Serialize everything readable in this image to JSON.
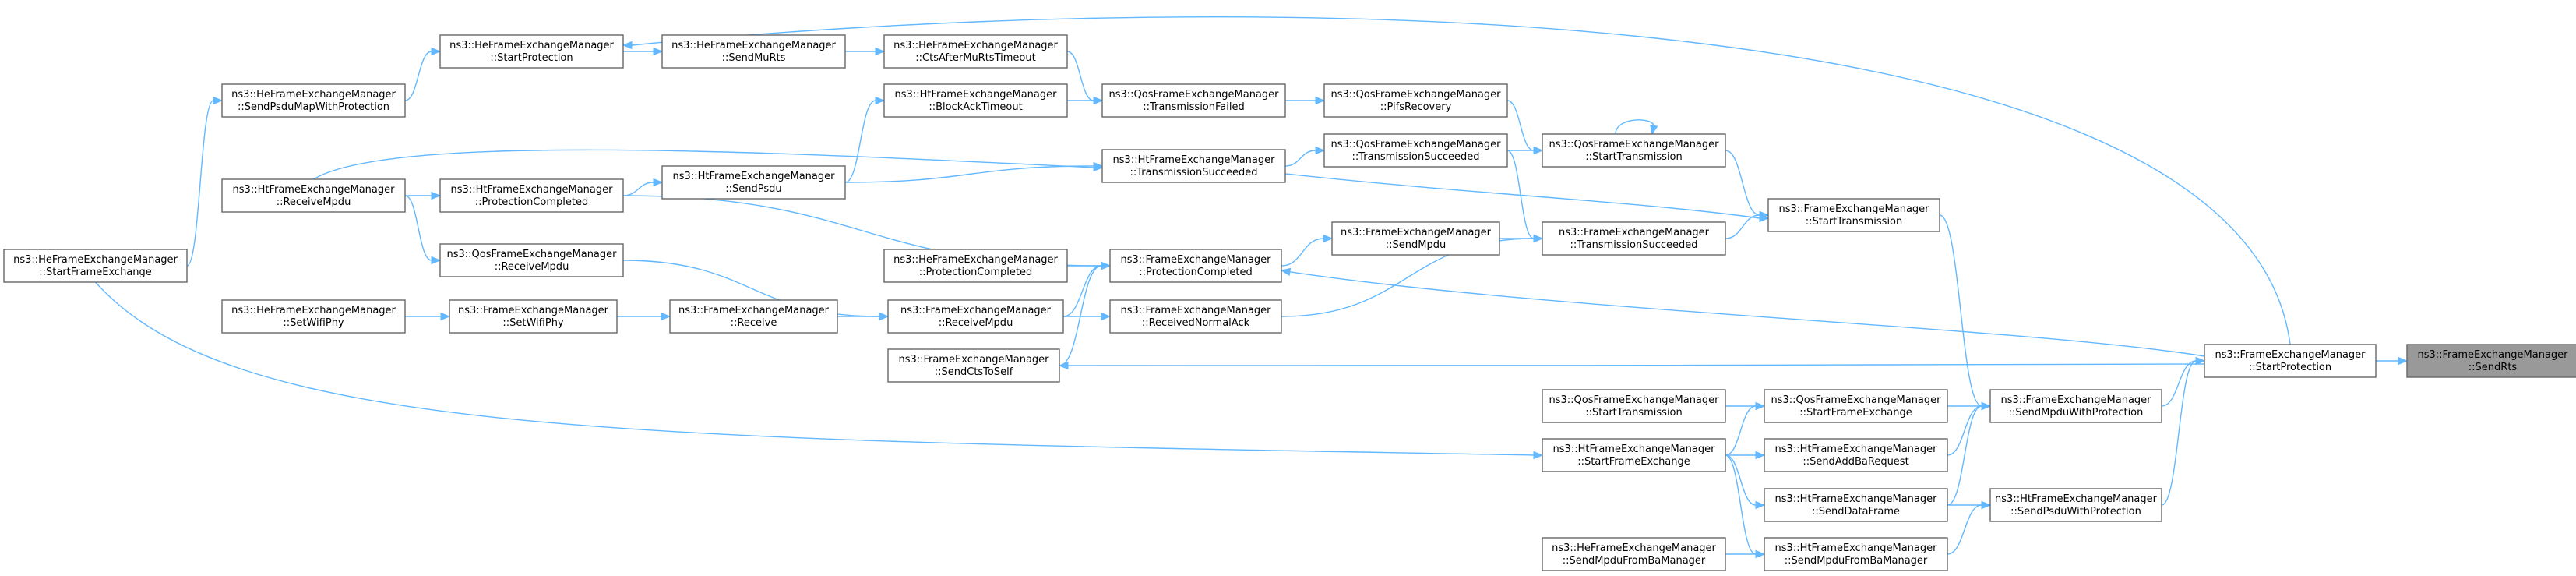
{
  "nodes": {
    "send_rts": [
      "ns3::FrameExchangeManager",
      "::SendRts"
    ],
    "fem_start_protection": [
      "ns3::FrameExchangeManager",
      "::StartProtection"
    ],
    "fem_send_mpdu_with_protection": [
      "ns3::FrameExchangeManager",
      "::SendMpduWithProtection"
    ],
    "ht_send_psdu_with_protection": [
      "ns3::HtFrameExchangeManager",
      "::SendPsduWithProtection"
    ],
    "fem_start_transmission": [
      "ns3::FrameExchangeManager",
      "::StartTransmission"
    ],
    "qos_start_frame_exchange": [
      "ns3::QosFrameExchangeManager",
      "::StartFrameExchange"
    ],
    "ht_send_add_ba_request": [
      "ns3::HtFrameExchangeManager",
      "::SendAddBaRequest"
    ],
    "ht_send_data_frame": [
      "ns3::HtFrameExchangeManager",
      "::SendDataFrame"
    ],
    "ht_send_mpdu_from_ba_manager": [
      "ns3::HtFrameExchangeManager",
      "::SendMpduFromBaManager"
    ],
    "qos_start_transmission_b": [
      "ns3::QosFrameExchangeManager",
      "::StartTransmission"
    ],
    "ht_start_frame_exchange": [
      "ns3::HtFrameExchangeManager",
      "::StartFrameExchange"
    ],
    "he_send_mpdu_from_ba_manager": [
      "ns3::HeFrameExchangeManager",
      "::SendMpduFromBaManager"
    ],
    "qos_start_transmission": [
      "ns3::QosFrameExchangeManager",
      "::StartTransmission"
    ],
    "fem_transmission_succeeded": [
      "ns3::FrameExchangeManager",
      "::TransmissionSucceeded"
    ],
    "qos_pifs_recovery": [
      "ns3::QosFrameExchangeManager",
      "::PifsRecovery"
    ],
    "qos_transmission_succeeded": [
      "ns3::QosFrameExchangeManager",
      "::TransmissionSucceeded"
    ],
    "fem_send_mpdu": [
      "ns3::FrameExchangeManager",
      "::SendMpdu"
    ],
    "qos_transmission_failed": [
      "ns3::QosFrameExchangeManager",
      "::TransmissionFailed"
    ],
    "ht_transmission_succeeded": [
      "ns3::HtFrameExchangeManager",
      "::TransmissionSucceeded"
    ],
    "fem_protection_completed": [
      "ns3::FrameExchangeManager",
      "::ProtectionCompleted"
    ],
    "fem_received_normal_ack": [
      "ns3::FrameExchangeManager",
      "::ReceivedNormalAck"
    ],
    "he_cts_after_mu_rts_timeout": [
      "ns3::HeFrameExchangeManager",
      "::CtsAfterMuRtsTimeout"
    ],
    "ht_block_ack_timeout": [
      "ns3::HtFrameExchangeManager",
      "::BlockAckTimeout"
    ],
    "he_protection_completed": [
      "ns3::HeFrameExchangeManager",
      "::ProtectionCompleted"
    ],
    "fem_receive_mpdu": [
      "ns3::FrameExchangeManager",
      "::ReceiveMpdu"
    ],
    "fem_send_cts_to_self": [
      "ns3::FrameExchangeManager",
      "::SendCtsToSelf"
    ],
    "he_send_mu_rts": [
      "ns3::HeFrameExchangeManager",
      "::SendMuRts"
    ],
    "ht_send_psdu": [
      "ns3::HtFrameExchangeManager",
      "::SendPsdu"
    ],
    "fem_receive": [
      "ns3::FrameExchangeManager",
      "::Receive"
    ],
    "he_start_protection": [
      "ns3::HeFrameExchangeManager",
      "::StartProtection"
    ],
    "ht_protection_completed": [
      "ns3::HtFrameExchangeManager",
      "::ProtectionCompleted"
    ],
    "qos_receive_mpdu": [
      "ns3::QosFrameExchangeManager",
      "::ReceiveMpdu"
    ],
    "fem_set_wifi_phy": [
      "ns3::FrameExchangeManager",
      "::SetWifiPhy"
    ],
    "he_send_psdu_map_with_protection": [
      "ns3::HeFrameExchangeManager",
      "::SendPsduMapWithProtection"
    ],
    "ht_receive_mpdu": [
      "ns3::HtFrameExchangeManager",
      "::ReceiveMpdu"
    ],
    "he_set_wifi_phy": [
      "ns3::HeFrameExchangeManager",
      "::SetWifiPhy"
    ],
    "he_start_frame_exchange": [
      "ns3::HeFrameExchangeManager",
      "::StartFrameExchange"
    ]
  },
  "colors": {
    "edge": "#63b8ff",
    "node_border": "#666666",
    "highlight_fill": "#999999",
    "background": "#ffffff"
  }
}
